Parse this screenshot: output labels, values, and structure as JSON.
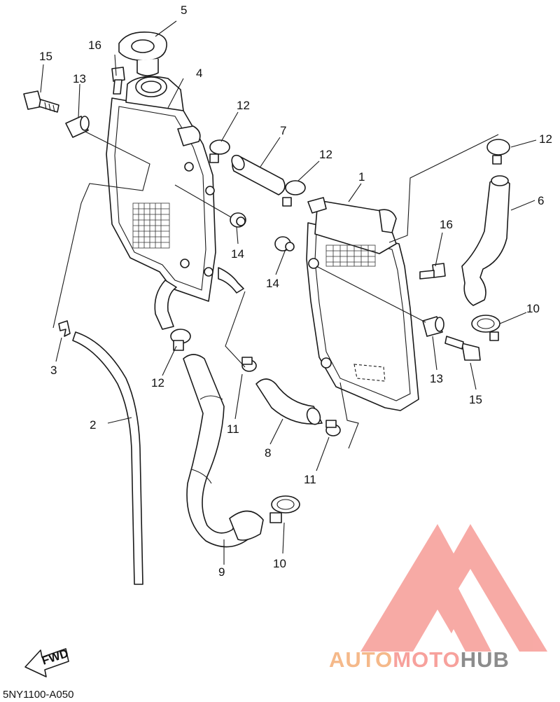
{
  "diagram_code": "5NY1100-A050",
  "fwd_label": "FWD",
  "watermark": {
    "part_a": "AUTO",
    "part_b": "MOTO",
    "part_c": "HUB",
    "color_a": "#f5b98a",
    "color_b": "#f7a19c",
    "color_c": "#8c8c8c"
  },
  "callouts": {
    "c1": "1",
    "c2": "2",
    "c3": "3",
    "c4": "4",
    "c5": "5",
    "c6": "6",
    "c7": "7",
    "c8": "8",
    "c9": "9",
    "c10a": "10",
    "c10b": "10",
    "c11a": "11",
    "c11b": "11",
    "c12a": "12",
    "c12b": "12",
    "c12c": "12",
    "c12d": "12",
    "c13a": "13",
    "c13b": "13",
    "c14a": "14",
    "c14b": "14",
    "c15a": "15",
    "c15b": "15",
    "c16a": "16",
    "c16b": "16"
  }
}
